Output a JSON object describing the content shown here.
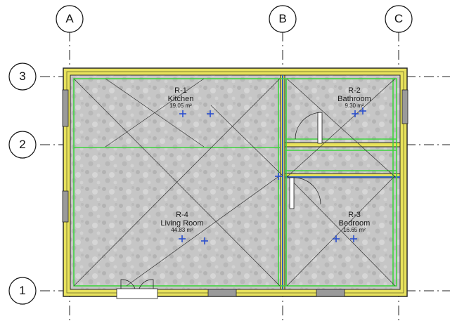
{
  "grid": {
    "columns": [
      "A",
      "B",
      "C"
    ],
    "rows": [
      "3",
      "2",
      "1"
    ]
  },
  "rooms": [
    {
      "number": "R-1",
      "name": "Kitchen",
      "area": "19.05 m²"
    },
    {
      "number": "R-2",
      "name": "Bathroom",
      "area": "9.30 m²"
    },
    {
      "number": "R-4",
      "name": "Living Room",
      "area": "44.83 m²"
    },
    {
      "number": "R-3",
      "name": "Bedroom",
      "area": "16.65 m²"
    }
  ],
  "colors": {
    "wall_fill": "#e8e25c",
    "wall_edge": "#2a2a2a",
    "room_boundary": "#3fd43f",
    "floor": "#c8c8c8",
    "separation": "#2f5fbf",
    "tag_marker": "#2a4fcf"
  }
}
